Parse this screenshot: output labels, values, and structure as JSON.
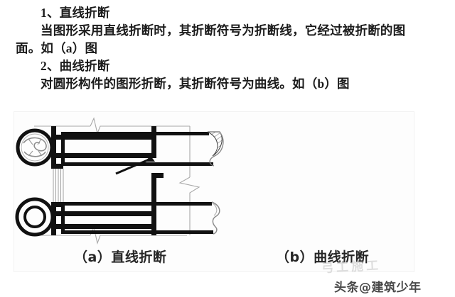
{
  "article": {
    "lines": [
      {
        "text": "1、直线折断",
        "indent": true
      },
      {
        "text": "当图形采用直线折断时，其折断符号为折断线，它经过被折断的图",
        "indent": true
      },
      {
        "text": "面。如（a）图",
        "indent": false
      },
      {
        "text": "2、曲线折断",
        "indent": true
      },
      {
        "text": "对圆形构件的图形折断，其折断符号为曲线。如（b）图",
        "indent": true
      }
    ]
  },
  "figure": {
    "captions": {
      "a": "（a）直线折断",
      "b": "（b）曲线折断"
    },
    "left_diagram": {
      "name": "straight-break-beam-section",
      "description": "梁柱剖面图，上下水平线与右侧垂直线带折断符号（之字形）",
      "break_symbols": [
        "top-zigzag",
        "bottom-zigzag",
        "right-vertical-zigzag"
      ],
      "wall_hatch_lines": 5
    },
    "right_diagram": {
      "name": "curved-break-bars",
      "items": [
        {
          "circle": "hatched-solid-round-section",
          "bar": "solid-bar-with-hatched-curve-break"
        },
        {
          "circle": "double-ring-pipe-section",
          "bar": "hollow-bar-with-thin-curve-break"
        }
      ]
    }
  },
  "watermarks": {
    "faint": "弓工施工",
    "footer": "头条@建筑少年"
  },
  "colors": {
    "ink": "#1a1a1a",
    "line": "#111111",
    "thin_line": "#9a9a9a",
    "panel_bg": "#fdfdfd",
    "page_bg": "#ffffff"
  }
}
